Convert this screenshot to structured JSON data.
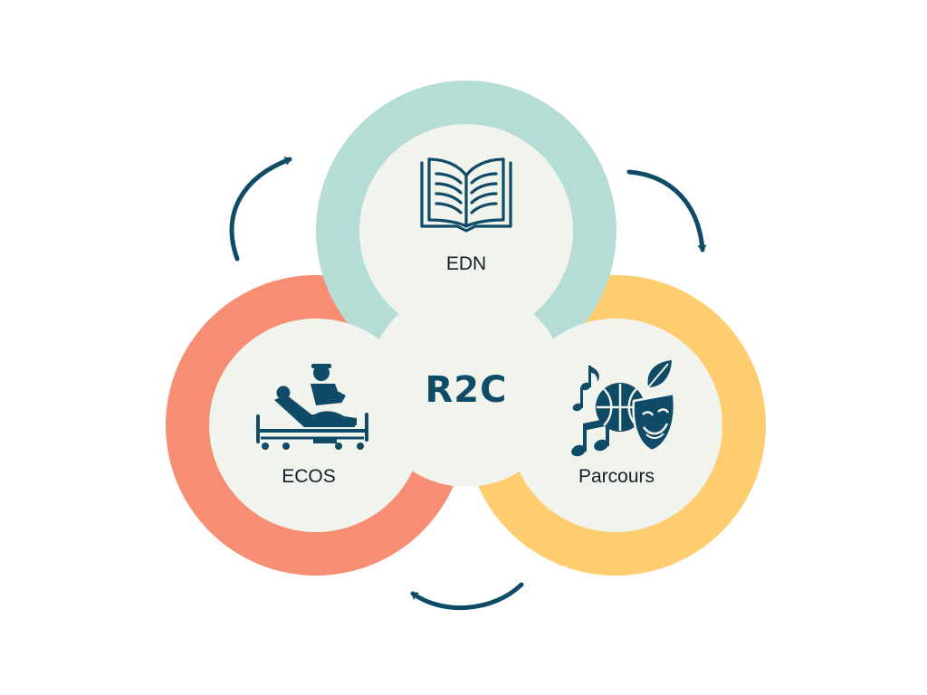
{
  "center": {
    "label": "R2C"
  },
  "nodes": [
    {
      "label": "EDN",
      "icon": "open-book-icon",
      "ring_color": "#b5ddd6"
    },
    {
      "label": "ECOS",
      "icon": "patient-bed-doctor-icon",
      "ring_color": "#f78d72"
    },
    {
      "label": "Parcours",
      "icon": "music-sport-theatre-icon",
      "ring_color": "#fdcd70"
    }
  ],
  "colors": {
    "inner_fill": "#f1f4ec",
    "icon": "#0f4a66",
    "arrow": "#0f4a66",
    "text": "#17202a"
  }
}
